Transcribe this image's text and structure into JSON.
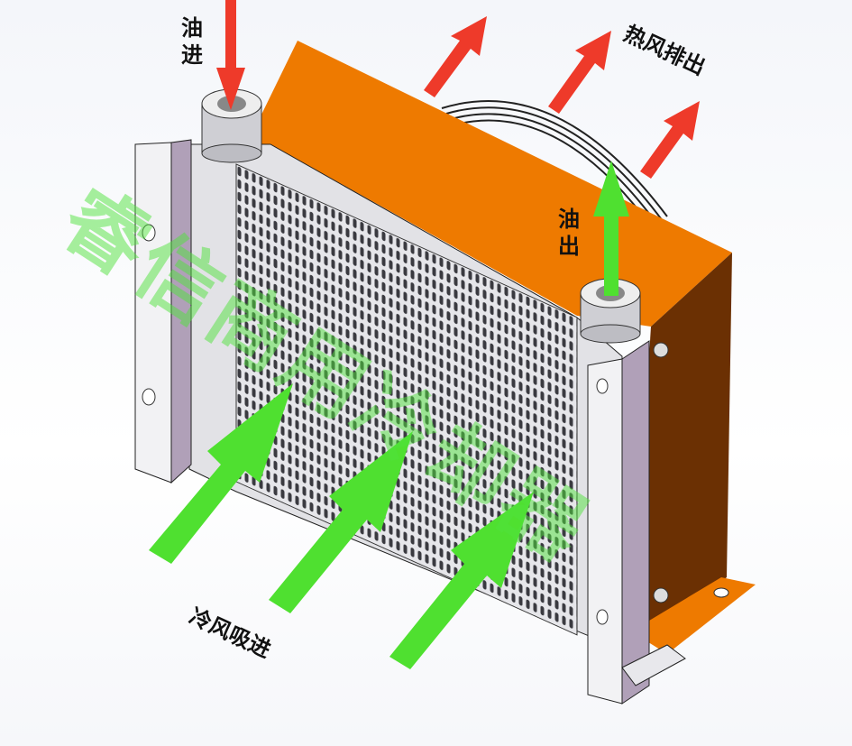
{
  "labels": {
    "oil_in": "油进",
    "oil_out": "油出",
    "hot_air_out": "热风排出",
    "cold_air_in": "冷风吸进"
  },
  "watermark": "睿信商用冷却器",
  "colors": {
    "housing_top": "#ee7a00",
    "housing_side": "#6b3003",
    "hot_air_arrow": "#ee3a2a",
    "cold_air_arrow": "#4fe030",
    "watermark": "#50e13c"
  }
}
